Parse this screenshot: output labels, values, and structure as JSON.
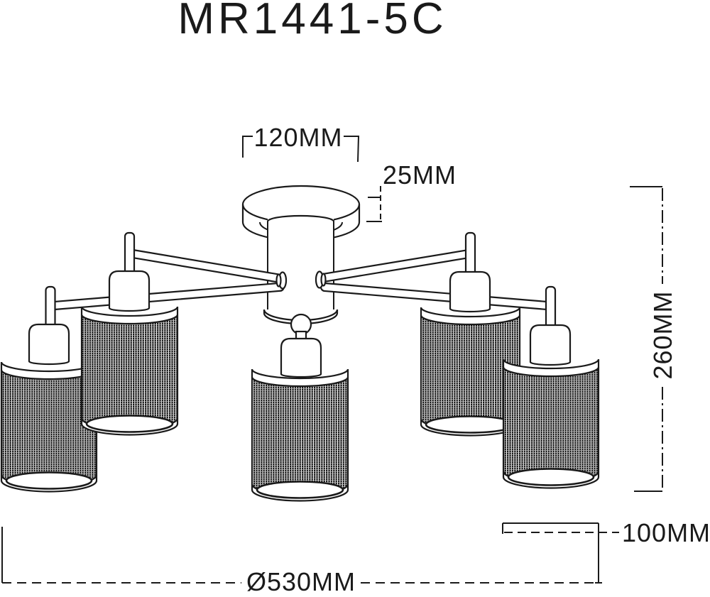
{
  "title": "MR1441-5C",
  "dimensions": {
    "canopy_width": "120MM",
    "canopy_height": "25MM",
    "fixture_height": "260MM",
    "shade_diameter": "100MM",
    "overall_diameter": "Ø530MM"
  },
  "colors": {
    "line": "#1a1a1a",
    "background": "#ffffff"
  }
}
